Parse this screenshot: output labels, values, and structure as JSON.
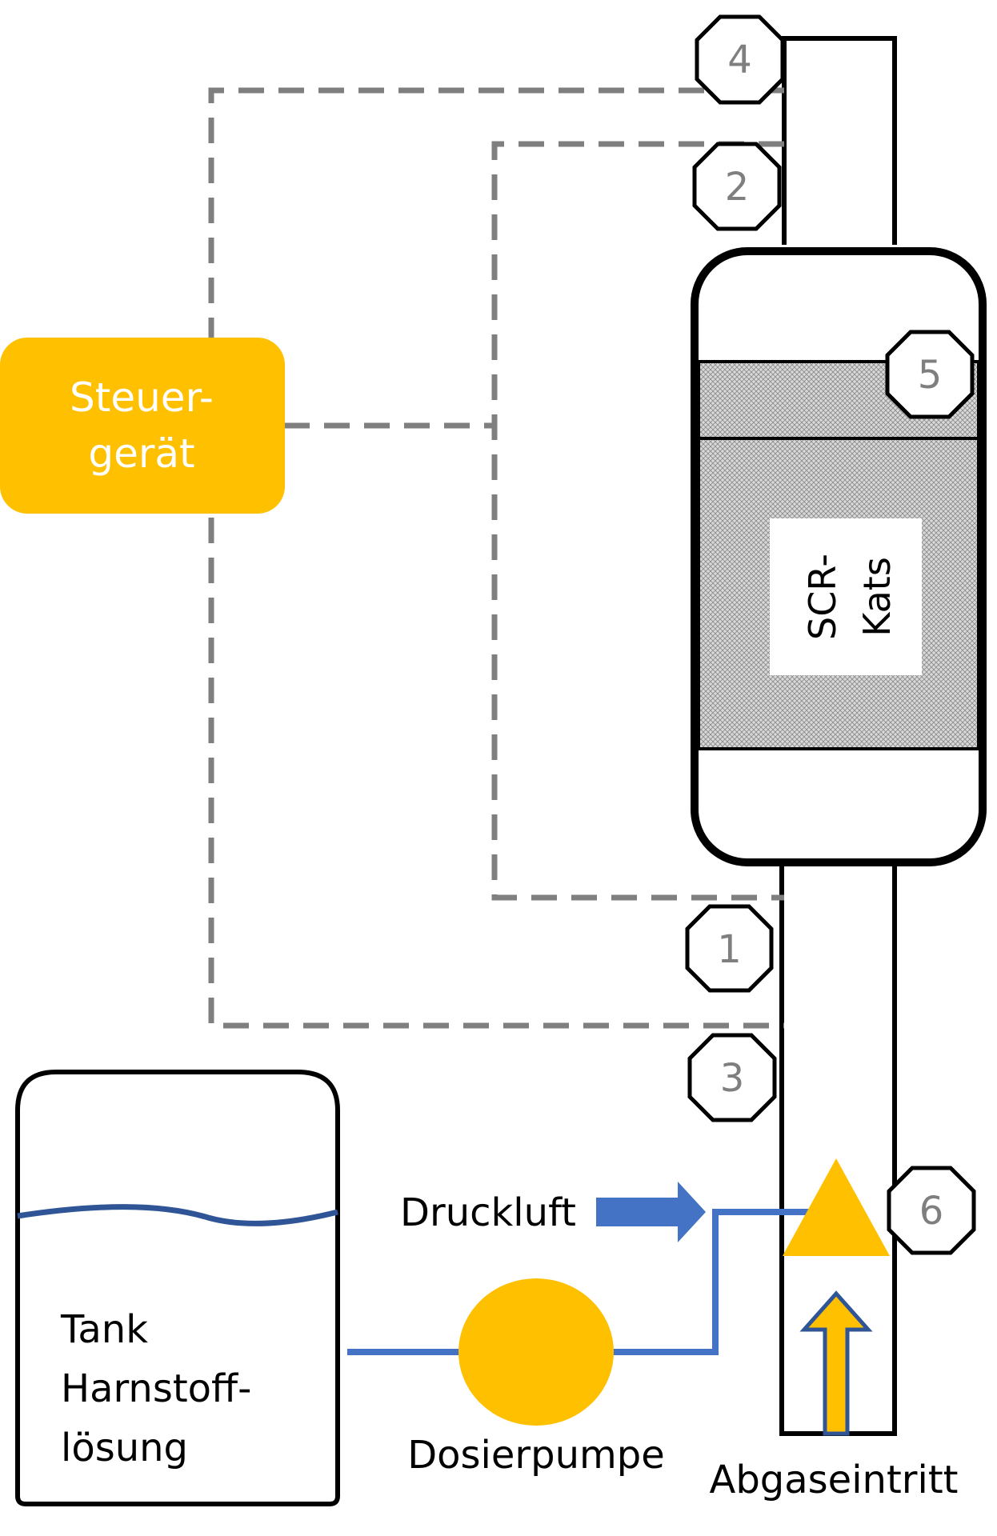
{
  "controller": {
    "line1": "Steuer-",
    "line2": "gerät"
  },
  "catalyst": {
    "line1": "SCR-",
    "line2": "Kats"
  },
  "tank": {
    "line1": "Tank",
    "line2": "Harnstoff-",
    "line3": "lösung"
  },
  "labels": {
    "compressed_air": "Druckluft",
    "dosing_pump": "Dosierpumpe",
    "exhaust_inlet": "Abgaseintritt"
  },
  "sensors": {
    "s1": "1",
    "s2": "2",
    "s3": "3",
    "s4": "4",
    "s5": "5",
    "s6": "6"
  },
  "colors": {
    "accent": "#ffc000",
    "pipe": "#4472c4",
    "signal": "#7f7f7f",
    "water": "#2f5597"
  }
}
